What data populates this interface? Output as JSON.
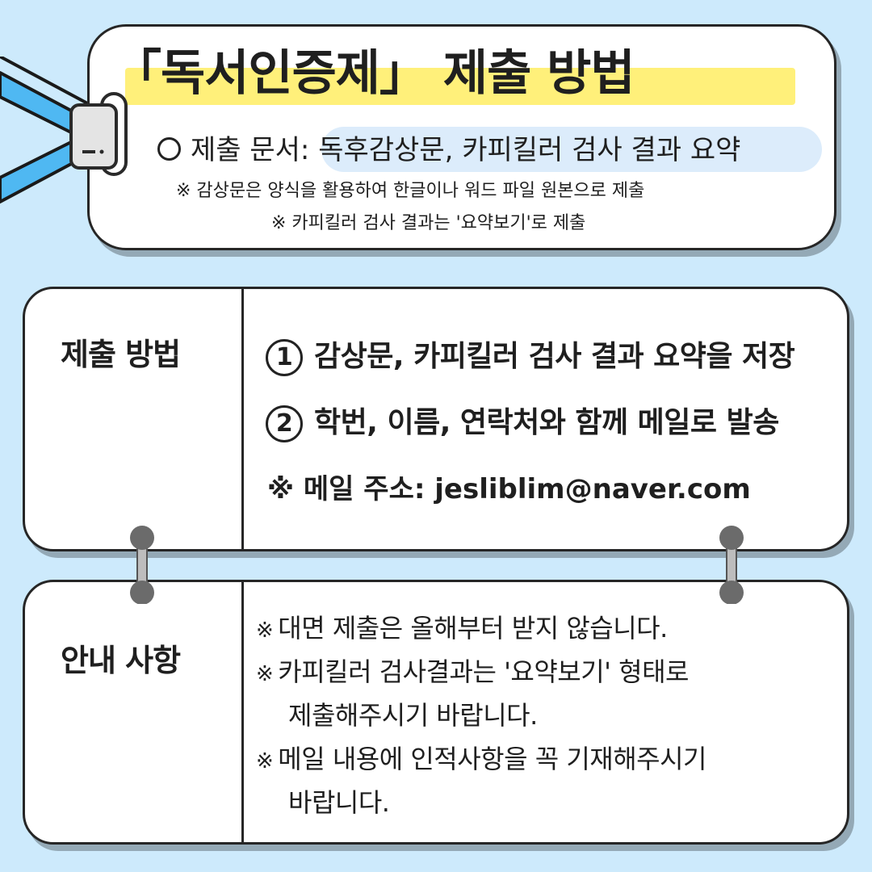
{
  "title": {
    "open_bracket": "「",
    "name": "독서인증제",
    "close_bracket": "」",
    "rest": "제출 방법"
  },
  "submission_docs": {
    "label": "제출 문서: ",
    "value": "독후감상문, 카피킬러 검사 결과 요약"
  },
  "notes": [
    "※ 감상문은 양식을 활용하여 한글이나 워드 파일 원본으로 제출",
    "※ 카피킬러 검사 결과는 '요약보기'로 제출"
  ],
  "method": {
    "heading": "제출 방법",
    "steps": [
      {
        "num": "1",
        "text": "감상문, 카피킬러 검사 결과 요약을 저장"
      },
      {
        "num": "2",
        "text": "학번, 이름, 연락처와 함께 메일로 발송"
      }
    ],
    "mail_label": "※ 메일 주소: jesliblim@naver.com"
  },
  "guide": {
    "heading": "안내 사항",
    "mark": "※",
    "lines": [
      "대면 제출은 올해부터 받지 않습니다.",
      "카피킬러 검사결과는 '요약보기' 형태로",
      "제출해주시기 바랍니다.",
      "메일 내용에 인적사항을 꼭 기재해주시기",
      "바랍니다."
    ]
  },
  "colors": {
    "background": "#cdeafc",
    "title_highlight": "#fff07a",
    "sub_highlight": "#dcecfb",
    "arrow": "#4fb8f2"
  },
  "icons": [
    "arrow-chevron-icon",
    "paper-clip-icon",
    "binder-ring-icon"
  ]
}
